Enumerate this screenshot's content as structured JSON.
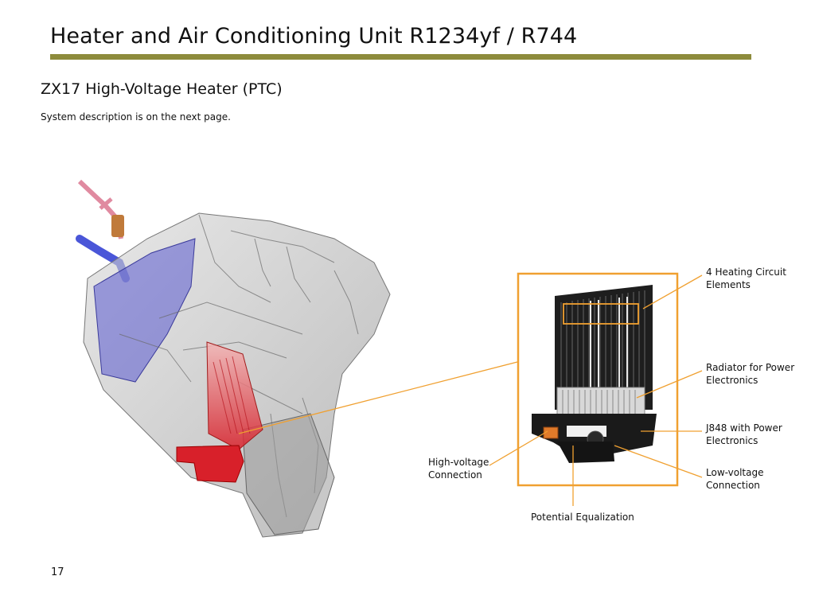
{
  "header": {
    "title": "Heater and Air Conditioning Unit R1234yf / R744",
    "subtitle": "ZX17 High-Voltage Heater (PTC)",
    "description": "System description is on the next page."
  },
  "callouts": {
    "heating_circuit": "4 Heating Circuit Elements",
    "radiator": "Radiator for Power Electronics",
    "j848": "J848 with Power Electronics",
    "low_voltage": "Low-voltage Connection",
    "high_voltage": "High-voltage Connection",
    "potential_eq": "Potential Equalization"
  },
  "footer": {
    "page_number": "17"
  },
  "colors": {
    "accent_rule": "#8d8b3c",
    "callout_orange": "#f0a030",
    "heater_red": "#d8202a",
    "duct_blue": "#4040c0"
  }
}
